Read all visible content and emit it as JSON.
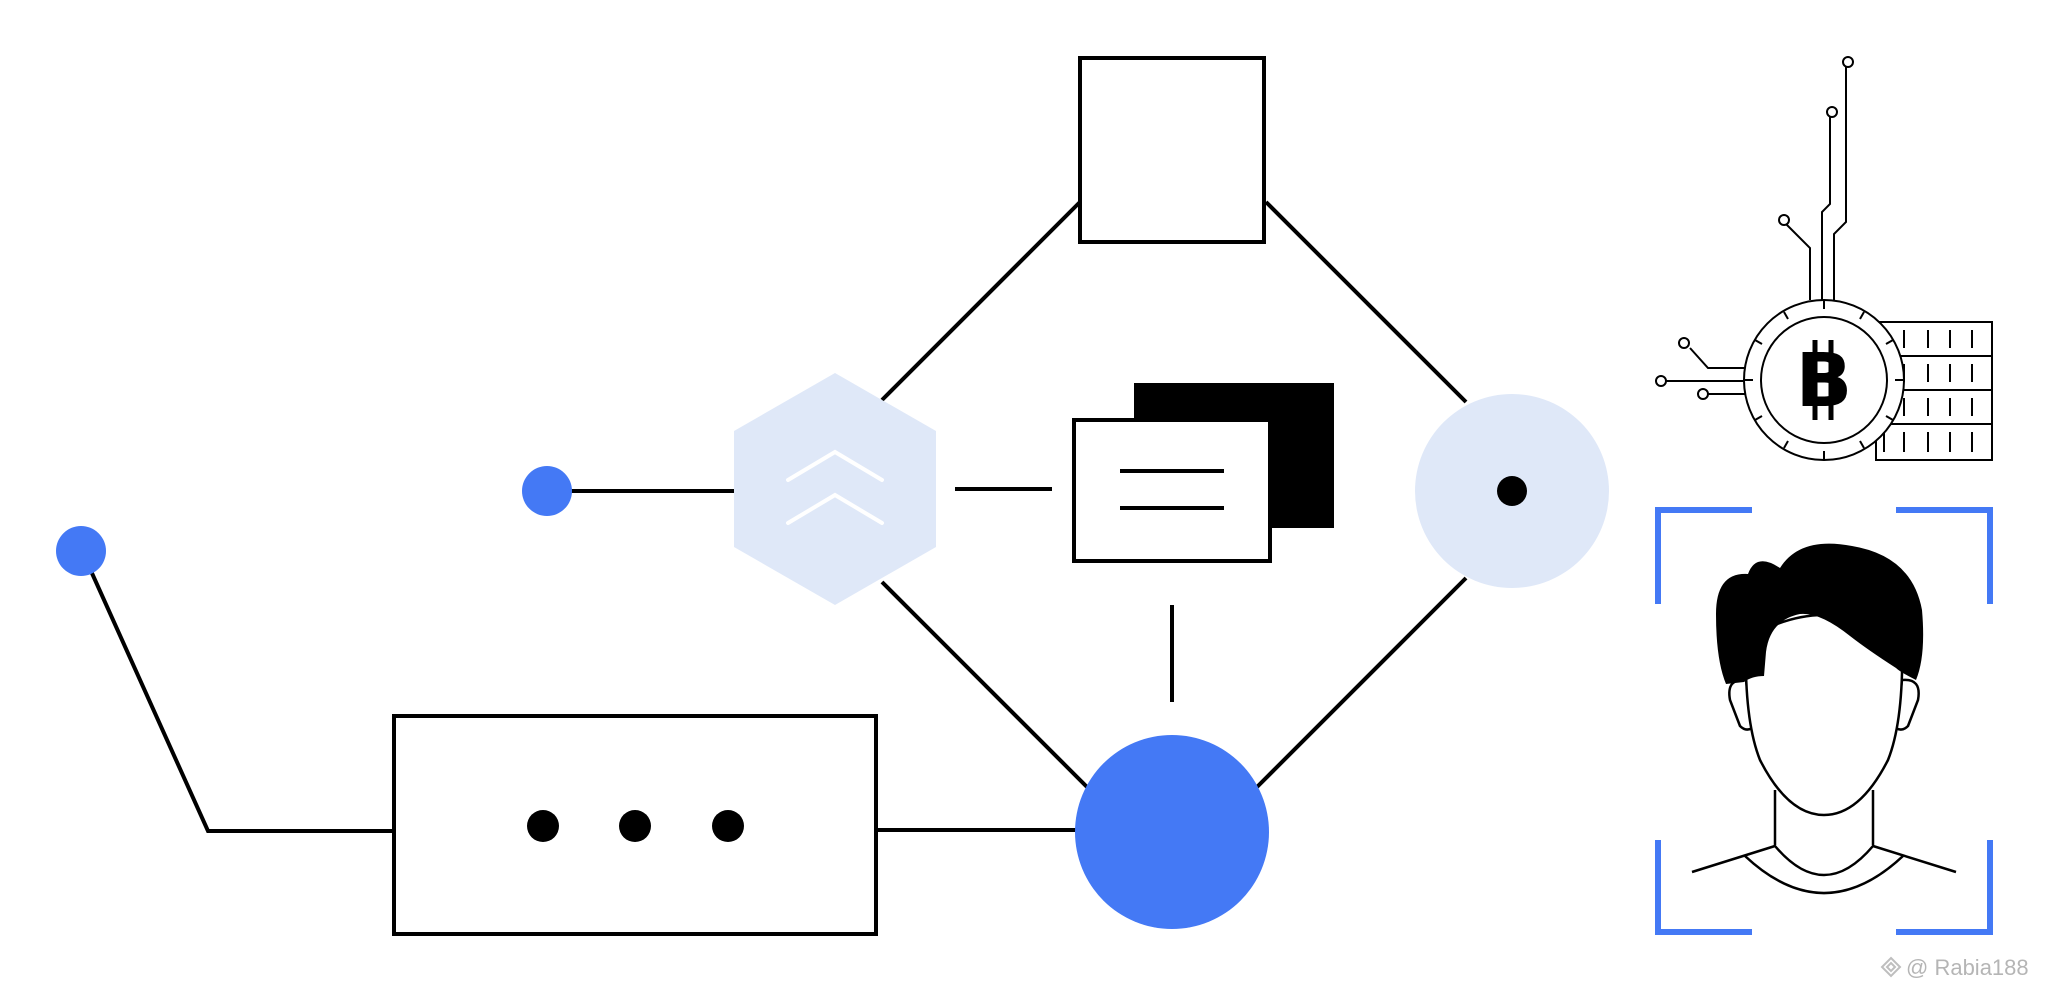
{
  "colors": {
    "background": "#ffffff",
    "stroke": "#000000",
    "accent_blue": "#4479f5",
    "light_blue": "#dfe8f8"
  },
  "icons": {
    "hexagon": "double-chevron-up-icon",
    "documents": "stacked-documents-icon",
    "target": "target-dot-icon",
    "hub": "blue-hub-circle",
    "typing": "ellipsis-box-icon",
    "crypto": "bitcoin-circuit-icon",
    "face": "face-scan-icon",
    "watermark": "watermark-logo-icon"
  },
  "bitcoin": {
    "symbol": "B"
  },
  "watermark": {
    "text": "@ Rabia188"
  }
}
